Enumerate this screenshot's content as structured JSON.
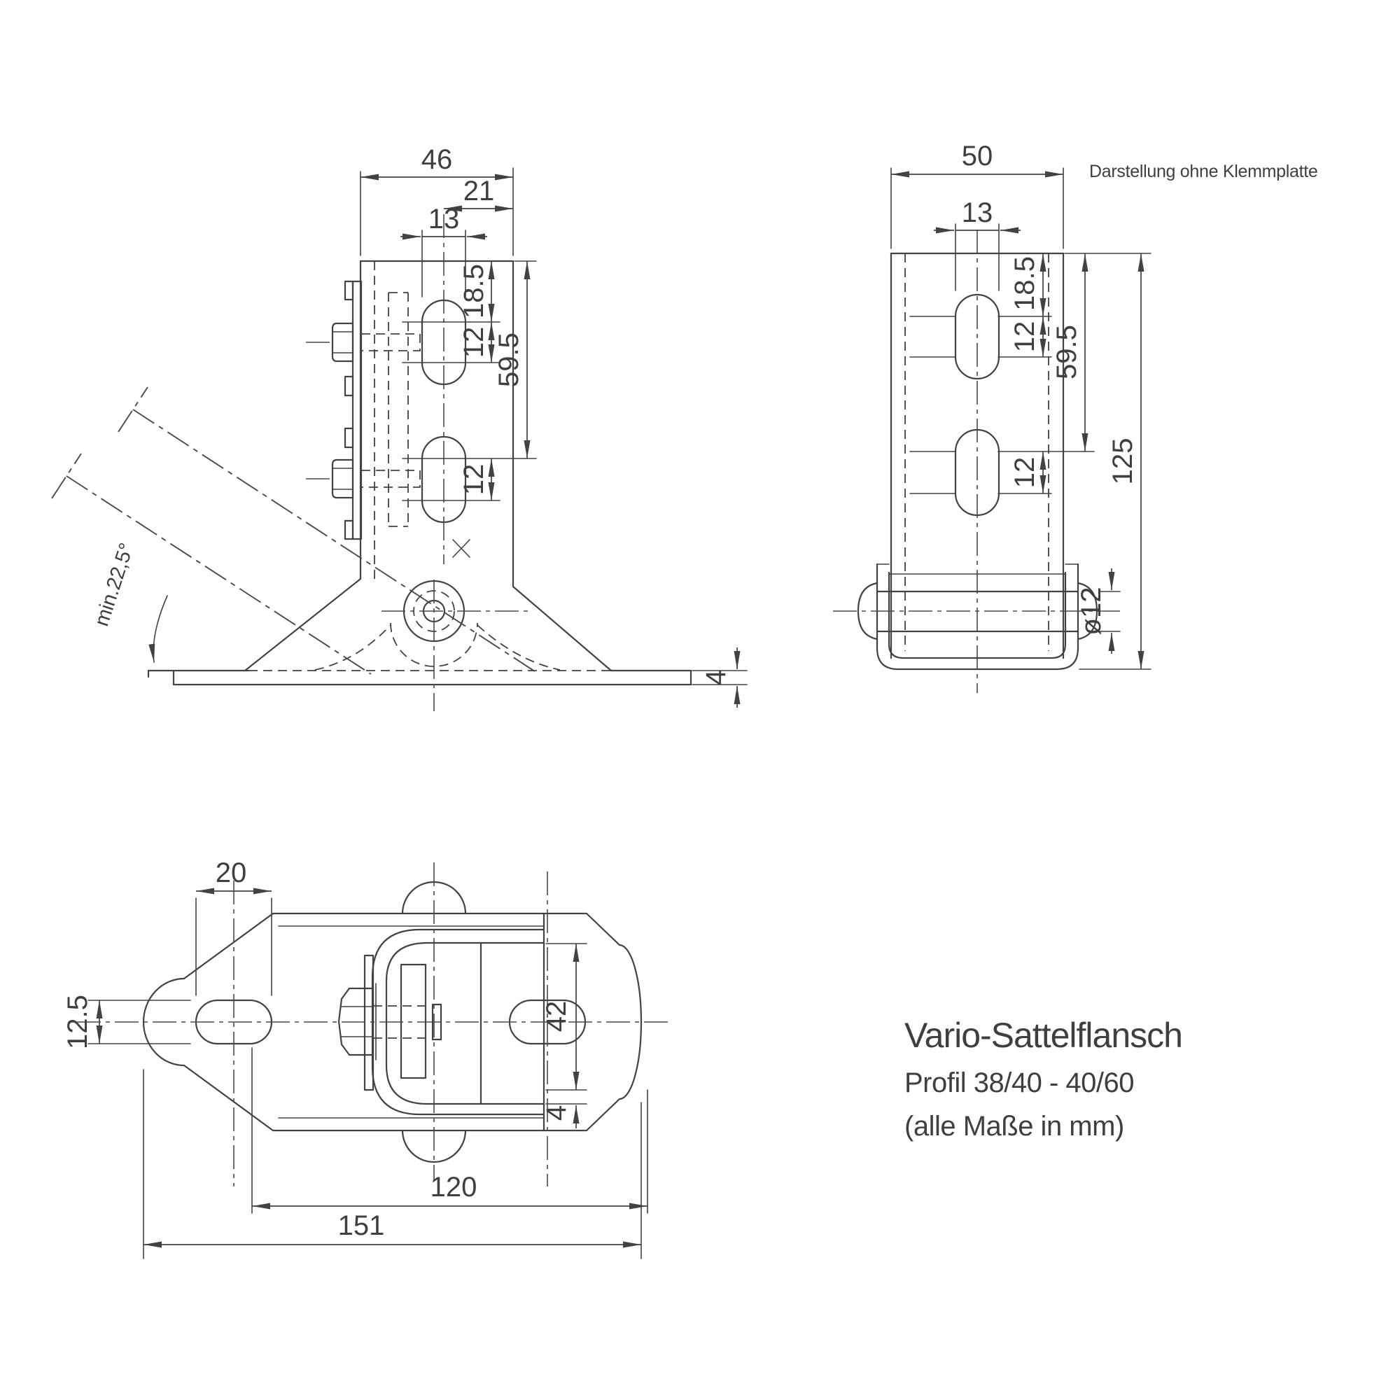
{
  "title": {
    "line1": "Vario-Sattelflansch",
    "line2": "Profil 38/40 - 40/60",
    "line3": "(alle Maße in mm)"
  },
  "notes": {
    "side_view": "Darstellung ohne Klemmplatte"
  },
  "front_view": {
    "dims": {
      "plate_width": "46",
      "slot_center_to_edge": "21",
      "slot_width": "13",
      "edge_to_slot1": "18.5",
      "slot1_pitch": "12",
      "edge_to_slot2": "59.5",
      "slot2_pitch": "12",
      "base_thickness": "4",
      "min_swing_angle": "min.22,5°"
    }
  },
  "side_view": {
    "dims": {
      "plate_width": "50",
      "slot_width": "13",
      "edge_to_slot1": "18.5",
      "slot1_pitch": "12",
      "edge_to_slot2": "59.5",
      "slot2_pitch": "12",
      "overall_height": "125",
      "pin_diameter": "ø12"
    }
  },
  "plan_view": {
    "dims": {
      "mount_slot_length": "20",
      "mount_slot_width": "12.5",
      "clamp_height": "42",
      "flange_thickness": "4",
      "slot_spacing": "120",
      "overall_length": "151"
    }
  }
}
